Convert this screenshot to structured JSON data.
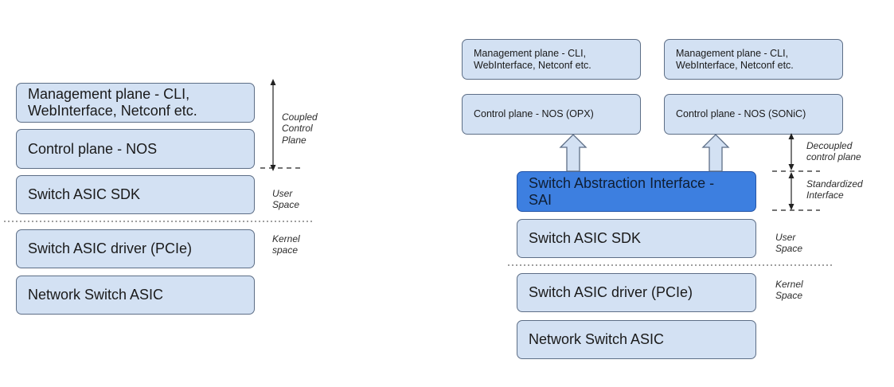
{
  "colors": {
    "box_fill": "#d3e1f3",
    "box_border": "#5d6e86",
    "sai_fill": "#3d7fe0",
    "arrow_fill": "#d3e1f3"
  },
  "left": {
    "management": "Management plane - CLI,\nWebInterface, Netconf  etc.",
    "control": "Control plane - NOS",
    "sdk": "Switch ASIC SDK",
    "driver": "Switch ASIC driver (PCIe)",
    "asic": "Network Switch ASIC",
    "note_coupled": "Coupled\nControl\nPlane",
    "note_user": "User\nSpace",
    "note_kernel": "Kernel\nspace"
  },
  "right": {
    "management_opx": "Management plane - CLI,\nWebInterface, Netconf  etc.",
    "management_sonic": "Management plane - CLI,\nWebInterface, Netconf  etc.",
    "control_opx": "Control plane - NOS (OPX)",
    "control_sonic": "Control plane - NOS (SONiC)",
    "sai": "Switch Abstraction Interface -\nSAI",
    "sdk": "Switch ASIC SDK",
    "driver": "Switch ASIC driver (PCIe)",
    "asic": "Network Switch ASIC",
    "note_decoupled": "Decoupled\ncontrol plane",
    "note_standardized": "Standardized\nInterface",
    "note_user": "User\nSpace",
    "note_kernel": "Kernel\nSpace"
  }
}
